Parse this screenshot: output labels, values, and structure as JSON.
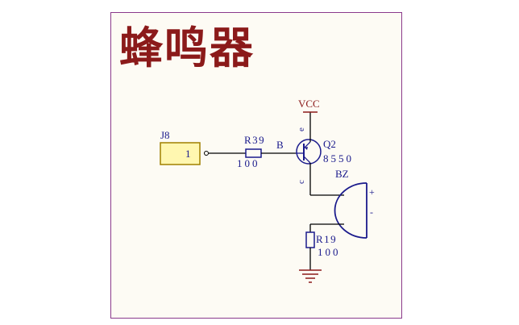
{
  "title": "蜂鸣器",
  "labels": {
    "connector_ref": "J8",
    "connector_pin": "1",
    "r39_ref": "R39",
    "r39_value": "100",
    "base_label": "B",
    "q2_ref": "Q2",
    "q2_value": "8550",
    "emitter_label": "e",
    "collector_label": "c",
    "vcc_label": "VCC",
    "bz_ref": "BZ",
    "bz_plus": "+",
    "bz_minus": "-",
    "r19_ref": "R19",
    "r19_value": "100"
  },
  "colors": {
    "title": "#8b1a1a",
    "frame": "#8b3a8b",
    "wire": "#000000",
    "component": "#1a1a8c",
    "power": "#8b1a1a",
    "text": "#1a1a8c",
    "connector_fill": "#fff7b0",
    "connector_border": "#a08000"
  }
}
